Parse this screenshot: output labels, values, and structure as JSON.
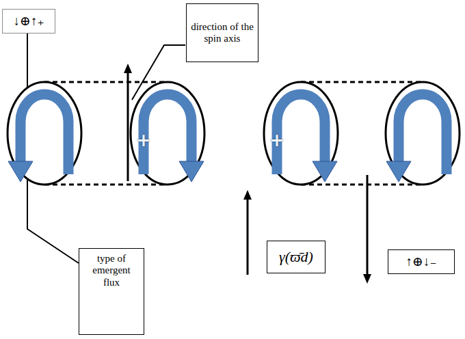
{
  "diagram": {
    "nodes": [
      {
        "text": [
          "↓⊕↑₊"
        ]
      },
      {
        "text": [
          "direction of the spin axis"
        ]
      },
      {
        "text": [
          "γ(ϖ̄d)"
        ]
      },
      {
        "text": [
          "↑⊕↓₋"
        ]
      },
      {
        "text": [
          "type of emergent flux"
        ]
      }
    ],
    "edges": [
      {
        "from": 4,
        "to": 0,
        "arrow": "none"
      }
    ],
    "labels": [
      "+",
      "+"
    ]
  }
}
